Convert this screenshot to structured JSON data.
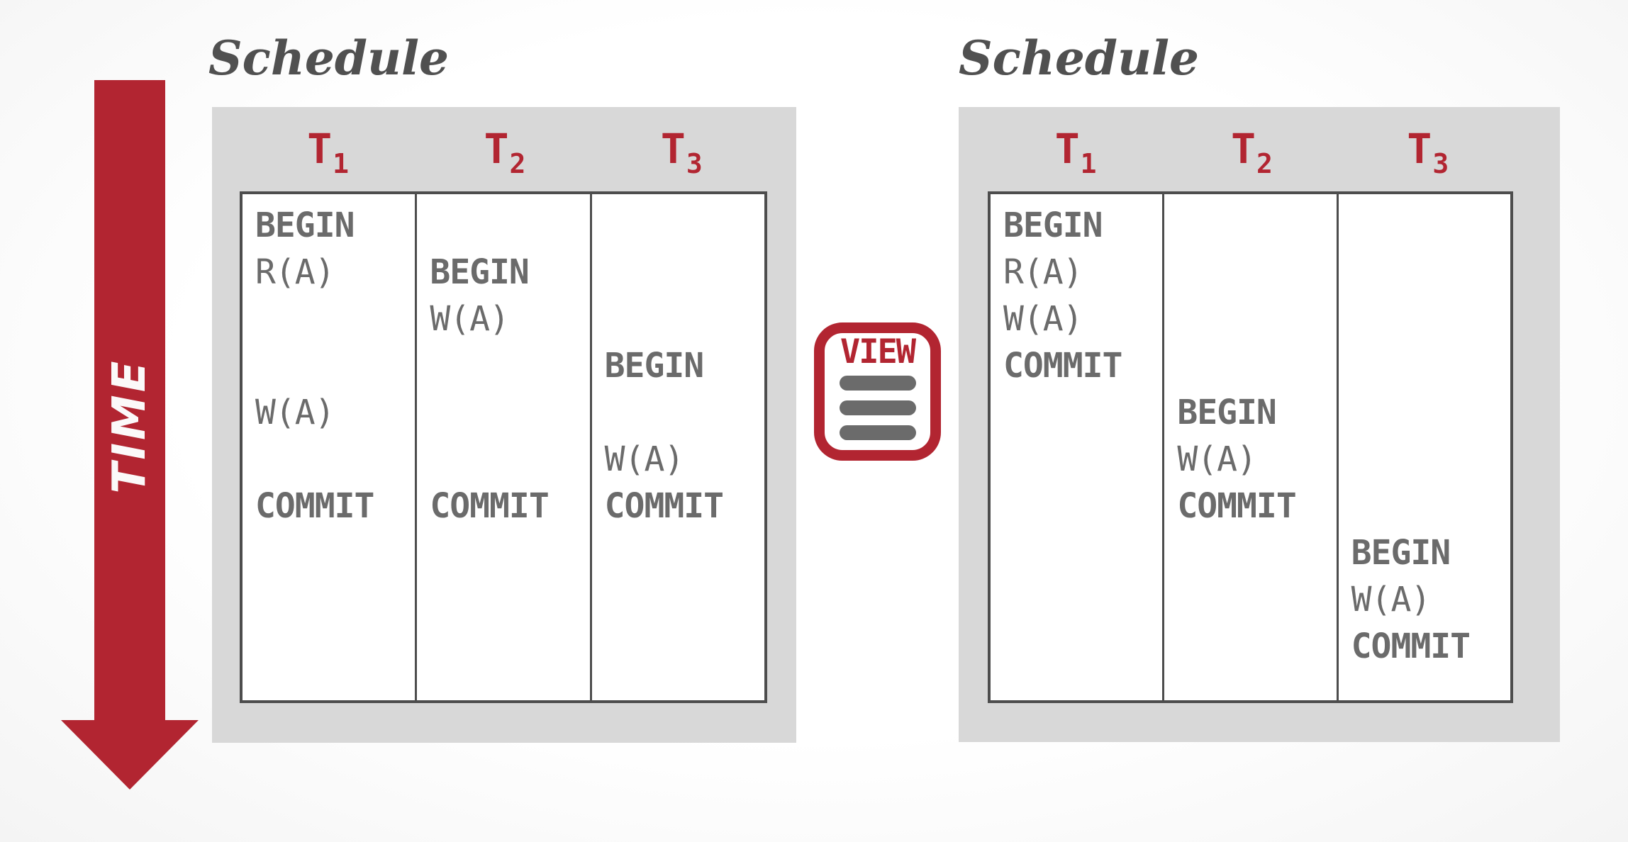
{
  "colors": {
    "red": "#b22531",
    "panel_gray": "#d8d8d8",
    "table_border_gray": "#4d4d4d",
    "operation_text_gray": "#6b6b6b",
    "title_gray": "#505050",
    "background": "#fafafa"
  },
  "time_arrow": {
    "label": "TIME",
    "direction": "down"
  },
  "equivalence_badge": {
    "label": "VIEW",
    "bars": 3
  },
  "schedules": [
    {
      "title": "Schedule",
      "columns": [
        {
          "header": "T",
          "sub": "1",
          "ops": [
            {
              "row": 1,
              "text": "BEGIN",
              "bold": true
            },
            {
              "row": 2,
              "text": "R(A)",
              "bold": false
            },
            {
              "row": 5,
              "text": "W(A)",
              "bold": false
            },
            {
              "row": 7,
              "text": "COMMIT",
              "bold": true
            }
          ]
        },
        {
          "header": "T",
          "sub": "2",
          "ops": [
            {
              "row": 2,
              "text": "BEGIN",
              "bold": true
            },
            {
              "row": 3,
              "text": "W(A)",
              "bold": false
            },
            {
              "row": 7,
              "text": "COMMIT",
              "bold": true
            }
          ]
        },
        {
          "header": "T",
          "sub": "3",
          "ops": [
            {
              "row": 4,
              "text": "BEGIN",
              "bold": true
            },
            {
              "row": 6,
              "text": "W(A)",
              "bold": false
            },
            {
              "row": 7,
              "text": "COMMIT",
              "bold": true
            }
          ]
        }
      ]
    },
    {
      "title": "Schedule",
      "columns": [
        {
          "header": "T",
          "sub": "1",
          "ops": [
            {
              "row": 1,
              "text": "BEGIN",
              "bold": true
            },
            {
              "row": 2,
              "text": "R(A)",
              "bold": false
            },
            {
              "row": 3,
              "text": "W(A)",
              "bold": false
            },
            {
              "row": 4,
              "text": "COMMIT",
              "bold": true
            }
          ]
        },
        {
          "header": "T",
          "sub": "2",
          "ops": [
            {
              "row": 5,
              "text": "BEGIN",
              "bold": true
            },
            {
              "row": 6,
              "text": "W(A)",
              "bold": false
            },
            {
              "row": 7,
              "text": "COMMIT",
              "bold": true
            }
          ]
        },
        {
          "header": "T",
          "sub": "3",
          "ops": [
            {
              "row": 8,
              "text": "BEGIN",
              "bold": true
            },
            {
              "row": 9,
              "text": "W(A)",
              "bold": false
            },
            {
              "row": 10,
              "text": "COMMIT",
              "bold": true
            }
          ]
        }
      ]
    }
  ]
}
